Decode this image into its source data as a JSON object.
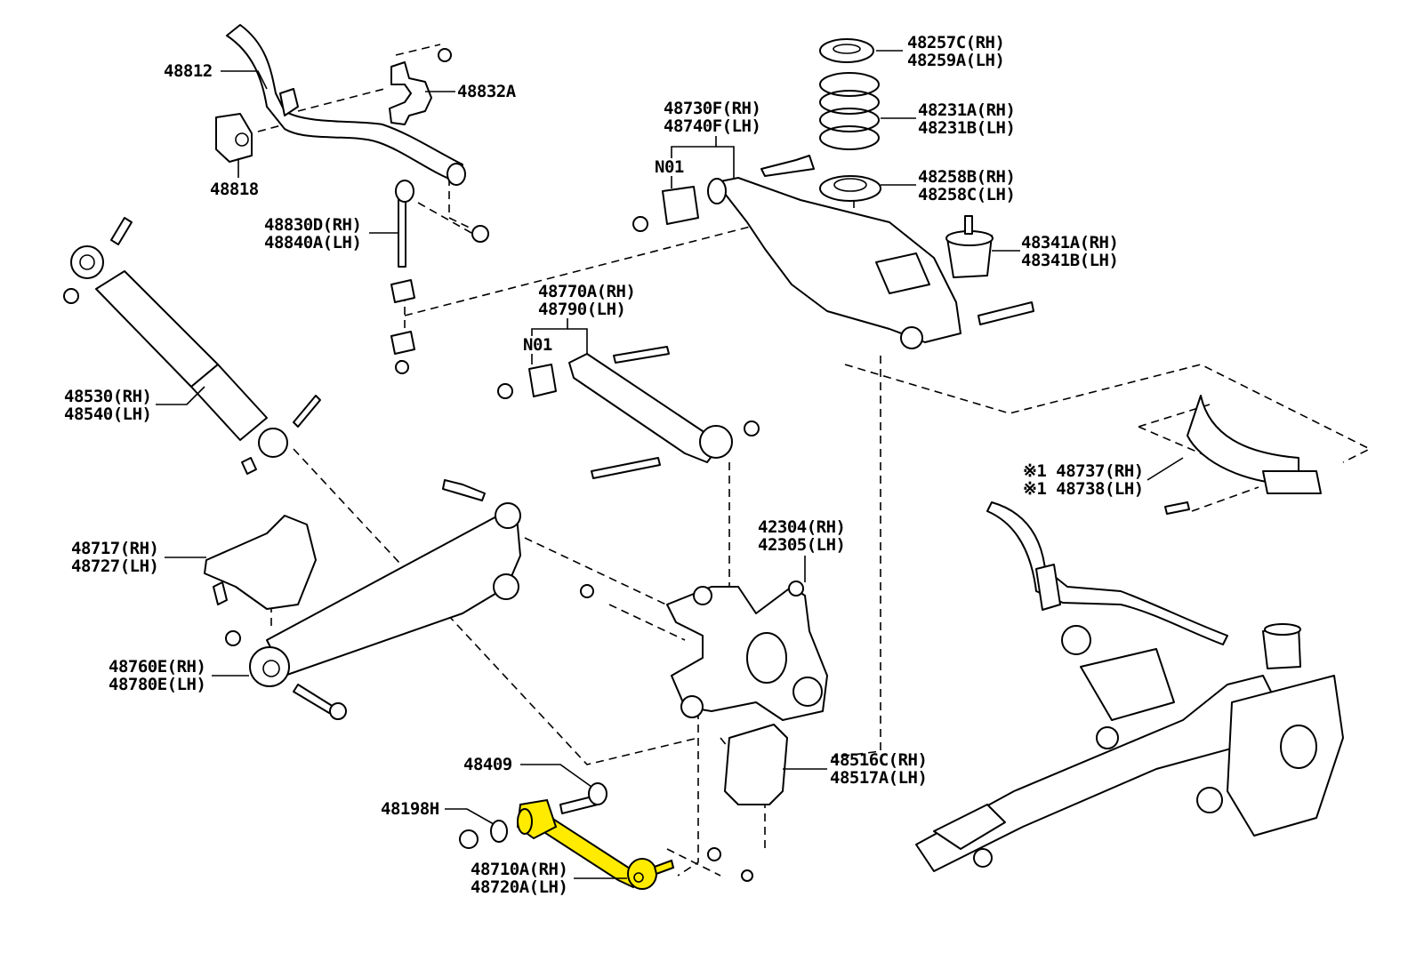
{
  "diagram": {
    "title": "Rear suspension parts exploded view",
    "highlight_color": "#ffeb00",
    "labels": {
      "p48812": [
        "48812"
      ],
      "p48832A": [
        "48832A"
      ],
      "p48818": [
        "48818"
      ],
      "p48830D": [
        "48830D(RH)",
        "48840A(LH)"
      ],
      "p48257C": [
        "48257C(RH)",
        "48259A(LH)"
      ],
      "p48231A": [
        "48231A(RH)",
        "48231B(LH)"
      ],
      "p48258B": [
        "48258B(RH)",
        "48258C(LH)"
      ],
      "p48730F": [
        "48730F(RH)",
        "48740F(LH)"
      ],
      "n01_upper": [
        "N01"
      ],
      "p48341A": [
        "48341A(RH)",
        "48341B(LH)"
      ],
      "p48770A": [
        "48770A(RH)",
        "48790(LH)"
      ],
      "n01_lower": [
        "N01"
      ],
      "p48530": [
        "48530(RH)",
        "48540(LH)"
      ],
      "p48737": [
        "※1 48737(RH)",
        "※1 48738(LH)"
      ],
      "p48717": [
        "48717(RH)",
        "48727(LH)"
      ],
      "p42304": [
        "42304(RH)",
        "42305(LH)"
      ],
      "p48760E": [
        "48760E(RH)",
        "48780E(LH)"
      ],
      "p48409": [
        "48409"
      ],
      "p48198H": [
        "48198H"
      ],
      "p48516C": [
        "48516C(RH)",
        "48517A(LH)"
      ],
      "p48710A": [
        "48710A(RH)",
        "48720A(LH)"
      ]
    },
    "highlighted_part": "48710A(RH) / 48720A(LH)"
  }
}
